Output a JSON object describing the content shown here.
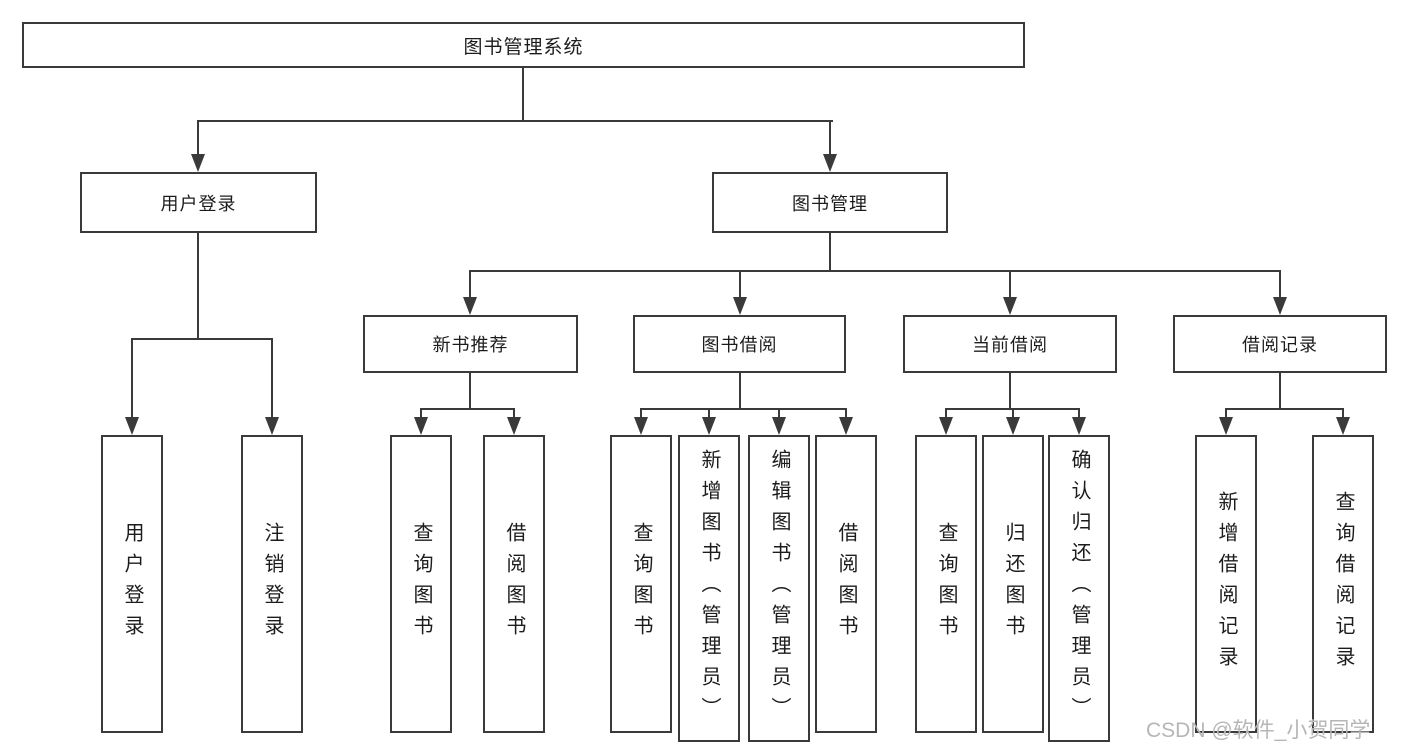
{
  "diagram": {
    "type": "hierarchy-tree",
    "colors": {
      "line": "#3a3a3a",
      "text": "#1c1c1c",
      "background": "#ffffff",
      "watermark": "#b6b6b6"
    }
  },
  "root": {
    "label": "图书管理系统"
  },
  "level2": [
    {
      "id": "user-login",
      "label": "用户登录",
      "parent": "图书管理系统"
    },
    {
      "id": "book-management",
      "label": "图书管理",
      "parent": "图书管理系统"
    }
  ],
  "level3": [
    {
      "id": "new-book-recommend",
      "label": "新书推荐",
      "parent": "图书管理"
    },
    {
      "id": "book-borrowing",
      "label": "图书借阅",
      "parent": "图书管理"
    },
    {
      "id": "current-borrowing",
      "label": "当前借阅",
      "parent": "图书管理"
    },
    {
      "id": "borrowing-records",
      "label": "借阅记录",
      "parent": "图书管理"
    }
  ],
  "leaves": [
    {
      "label": "用户登录",
      "parent": "用户登录"
    },
    {
      "label": "注销登录",
      "parent": "用户登录"
    },
    {
      "label": "查询图书",
      "parent": "新书推荐"
    },
    {
      "label": "借阅图书",
      "parent": "新书推荐"
    },
    {
      "label": "查询图书",
      "parent": "图书借阅"
    },
    {
      "label": "新增图书（管理员）",
      "parent": "图书借阅"
    },
    {
      "label": "编辑图书（管理员）",
      "parent": "图书借阅"
    },
    {
      "label": "借阅图书",
      "parent": "图书借阅"
    },
    {
      "label": "查询图书",
      "parent": "当前借阅"
    },
    {
      "label": "归还图书",
      "parent": "当前借阅"
    },
    {
      "label": "确认归还（管理员）",
      "parent": "当前借阅"
    },
    {
      "label": "新增借阅记录",
      "parent": "借阅记录"
    },
    {
      "label": "查询借阅记录",
      "parent": "借阅记录"
    }
  ],
  "watermark": "CSDN @软件_小贺同学"
}
